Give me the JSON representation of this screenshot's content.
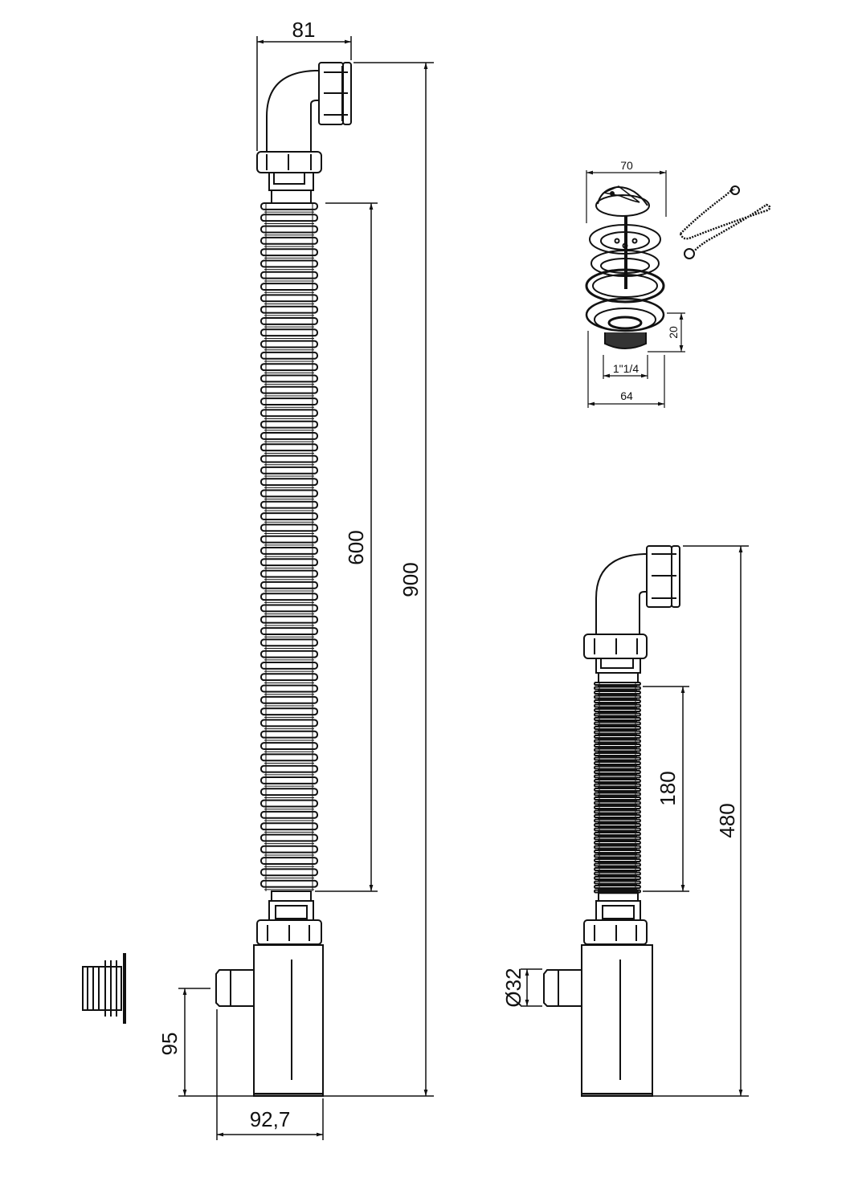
{
  "long_siphon": {
    "dims": {
      "elbow_width": "81",
      "hose_length": "600",
      "total_height": "900",
      "outlet_height": "95",
      "body_width": "92,7"
    }
  },
  "short_siphon": {
    "dims": {
      "hose_length": "180",
      "total_height": "480",
      "outlet_diameter": "Ø32"
    }
  },
  "drain_kit": {
    "dims": {
      "top_diameter": "70",
      "thread_height": "20",
      "thread_size": "1\"1/4",
      "bottom_diameter": "64"
    }
  },
  "line_color": "#111111",
  "background": "#ffffff"
}
